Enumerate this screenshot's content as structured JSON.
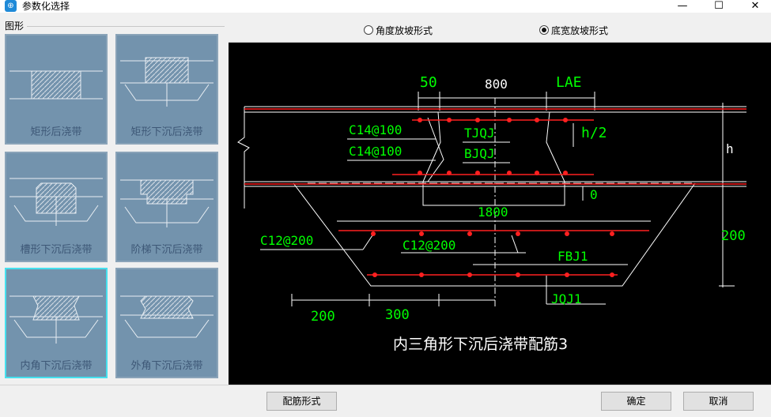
{
  "window": {
    "title": "参数化选择",
    "icon": "app-icon",
    "controls": [
      "minimize-icon",
      "maximize-icon",
      "close-icon"
    ]
  },
  "shapes_group": {
    "title": "图形",
    "items": [
      {
        "label": "矩形后浇带",
        "selected": false
      },
      {
        "label": "矩形下沉后浇带",
        "selected": false
      },
      {
        "label": "槽形下沉后浇带",
        "selected": false
      },
      {
        "label": "阶梯下沉后浇带",
        "selected": false
      },
      {
        "label": "内角下沉后浇带",
        "selected": true
      },
      {
        "label": "外角下沉后浇带",
        "selected": false
      }
    ]
  },
  "slope_mode": {
    "options": [
      {
        "label": "角度放坡形式",
        "checked": false
      },
      {
        "label": "底宽放坡形式",
        "checked": true
      }
    ]
  },
  "drawing": {
    "dims": {
      "top_left": "50",
      "top_mid": "800",
      "top_right": "LAE",
      "half_h": "h/2",
      "h": "h",
      "zero": "0",
      "width_1800": "1800",
      "depth_200": "200",
      "bottom_200": "200",
      "bottom_300": "300"
    },
    "labels": {
      "c14_top": "C14@100",
      "c14_bot": "C14@100",
      "tjqj": "TJQJ",
      "bjqj": "BJQJ",
      "c12_left": "C12@200",
      "c12_mid": "C12@200",
      "fbj1": "FBJ1",
      "jqj1": "JQJ1"
    },
    "caption": "内三角形下沉后浇带配筋3",
    "colors": {
      "dim": "#00ff00",
      "rebar": "#ff2020",
      "line": "#ffffff",
      "background": "#000000"
    }
  },
  "buttons": {
    "rebar_form": "配筋形式",
    "ok": "确定",
    "cancel": "取消"
  }
}
